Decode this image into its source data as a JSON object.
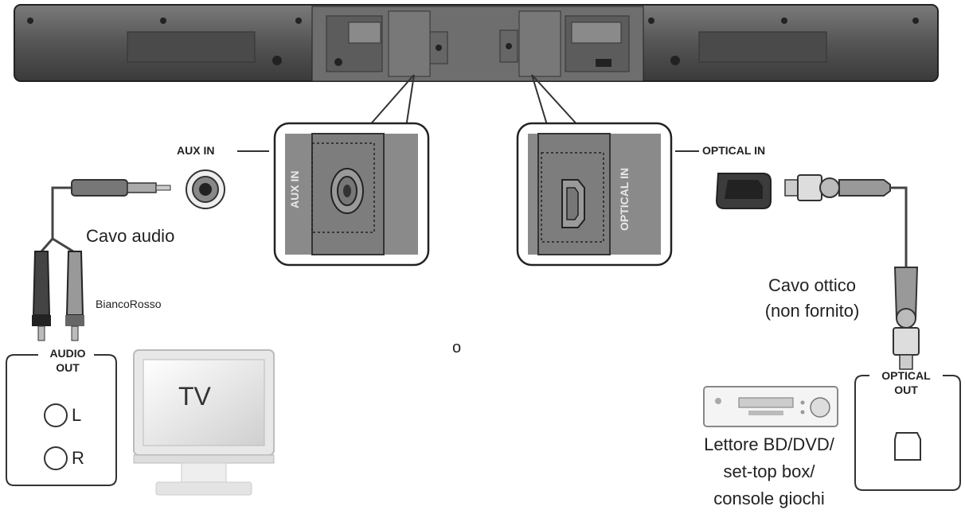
{
  "labels": {
    "aux_in": "AUX IN",
    "aux_in_zoom": "AUX IN",
    "optical_in": "OPTICAL IN",
    "optical_in_zoom": "OPTICAL IN",
    "audio_cable": "Cavo audio",
    "plug_colors": "BiancoRosso",
    "optical_cable_line1": "Cavo ottico",
    "optical_cable_line2": "(non fornito)",
    "or": "o",
    "audio_out_line1": "AUDIO",
    "audio_out_line2": "OUT",
    "channel_left": "L",
    "channel_right": "R",
    "tv": "TV",
    "optical_out_line1": "OPTICAL",
    "optical_out_line2": "OUT",
    "player_line1": "Lettore BD/DVD/",
    "player_line2": "set-top box/",
    "player_line3": "console giochi"
  },
  "colors": {
    "soundbar": "#5a5a5a",
    "soundbar_dark": "#3b3b3b",
    "panel_bg": "#8a8a8a",
    "cable": "#555555",
    "line": "#333333"
  }
}
